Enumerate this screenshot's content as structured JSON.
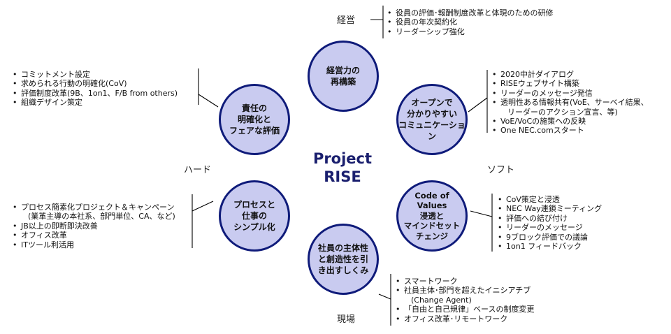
{
  "center": {
    "title": "Project\nRISE"
  },
  "axis_labels": {
    "top": "経営",
    "bottom": "現場",
    "left": "ハード",
    "right": "ソフト"
  },
  "circles": [
    {
      "label": "経営力の\n再構築"
    },
    {
      "label": "オープンで\n分かりやすい\nコミュニケーション"
    },
    {
      "label": "Code of\nValues\n浸透と\nマインドセット\nチェンジ"
    },
    {
      "label": "社員の主体性\nと創造性を引\nき出すしくみ"
    },
    {
      "label": "プロセスと\n仕事の\nシンプル化"
    },
    {
      "label": "責任の\n明確化と\nフェアな評価"
    }
  ],
  "lists": {
    "top": [
      "役員の評価･報酬制度改革と体現のための研修",
      "役員の年次契約化",
      "リーダーシップ強化"
    ],
    "right_upper": [
      "2020中計ダイアログ",
      "RISEウェブサイト構築",
      "リーダーのメッセージ発信",
      "透明性ある情報共有(VoE、サーベイ結果、",
      "リーダーのアクション宣言、等)",
      "VoE/VoCの施策への反映",
      "One NEC.comスタート"
    ],
    "right_lower": [
      "CoV策定と浸透",
      "NEC Way連鎖ミーティング",
      "評価への結び付け",
      "リーダーのメッセージ",
      "9ブロック評価での議論",
      "1on1 フィードバック"
    ],
    "bottom": [
      "スマートワーク",
      "社員主体･部門を超えたイニシアチブ",
      "(Change Agent)",
      "「自由と自己規律」ベースの制度変更",
      "オフィス改革･リモートワーク"
    ],
    "left_lower": [
      "プロセス簡素化プロジェクト＆キャンペーン",
      "(業革主導の本社系、部門単位、CA、など)",
      "JB以上の即断即決改善",
      "オフィス改革",
      "ITツール利活用"
    ],
    "left_upper": [
      "コミットメント設定",
      "求められる行動の明確化(CoV)",
      "評価制度改革(9B、1on1、F/B from others)",
      "組織デザイン策定"
    ]
  }
}
